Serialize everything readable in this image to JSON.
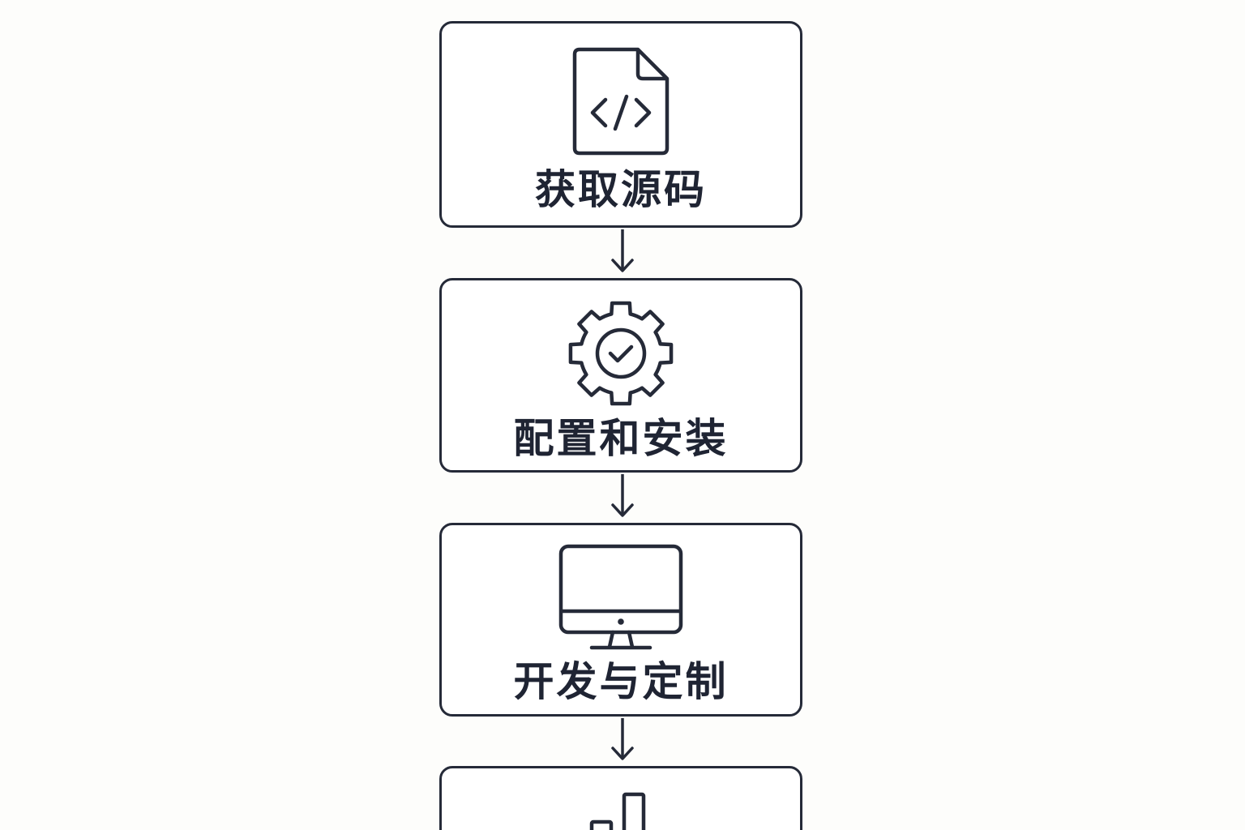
{
  "colors": {
    "background": "#fdfdfb",
    "stroke": "#252a38",
    "text": "#1f2433"
  },
  "steps": [
    {
      "label": "获取源码",
      "icon": "code-file-icon"
    },
    {
      "label": "配置和安装",
      "icon": "gear-check-icon"
    },
    {
      "label": "开发与定制",
      "icon": "monitor-icon"
    },
    {
      "label": "",
      "icon": "bar-chart-icon"
    }
  ]
}
